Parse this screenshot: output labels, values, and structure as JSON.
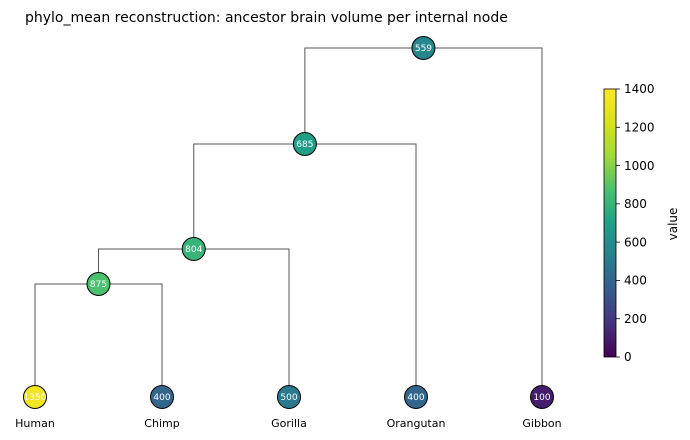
{
  "title": "phylo_mean reconstruction: ancestor brain volume per internal node",
  "leaves": [
    {
      "name": "Human",
      "value": "1350",
      "raw": 1350
    },
    {
      "name": "Chimp",
      "value": "400",
      "raw": 400
    },
    {
      "name": "Gorilla",
      "value": "500",
      "raw": 500
    },
    {
      "name": "Orangutan",
      "value": "400",
      "raw": 400
    },
    {
      "name": "Gibbon",
      "value": "100",
      "raw": 100
    }
  ],
  "internal_nodes": [
    {
      "id": "root",
      "value": "559",
      "raw": 559,
      "children": [
        "n685",
        "Gibbon"
      ]
    },
    {
      "id": "n685",
      "value": "685",
      "raw": 685,
      "children": [
        "n804",
        "Orangutan"
      ]
    },
    {
      "id": "n804",
      "value": "804",
      "raw": 804,
      "children": [
        "n875",
        "Gorilla"
      ]
    },
    {
      "id": "n875",
      "value": "875",
      "raw": 875,
      "children": [
        "Human",
        "Chimp"
      ]
    }
  ],
  "colorbar": {
    "label": "value",
    "min": 0,
    "max": 1400,
    "ticks": [
      "0",
      "200",
      "400",
      "600",
      "800",
      "1000",
      "1200",
      "1400"
    ],
    "colormap": "viridis"
  },
  "colors": {
    "edge": "#555555",
    "node_outline": "#000000"
  }
}
